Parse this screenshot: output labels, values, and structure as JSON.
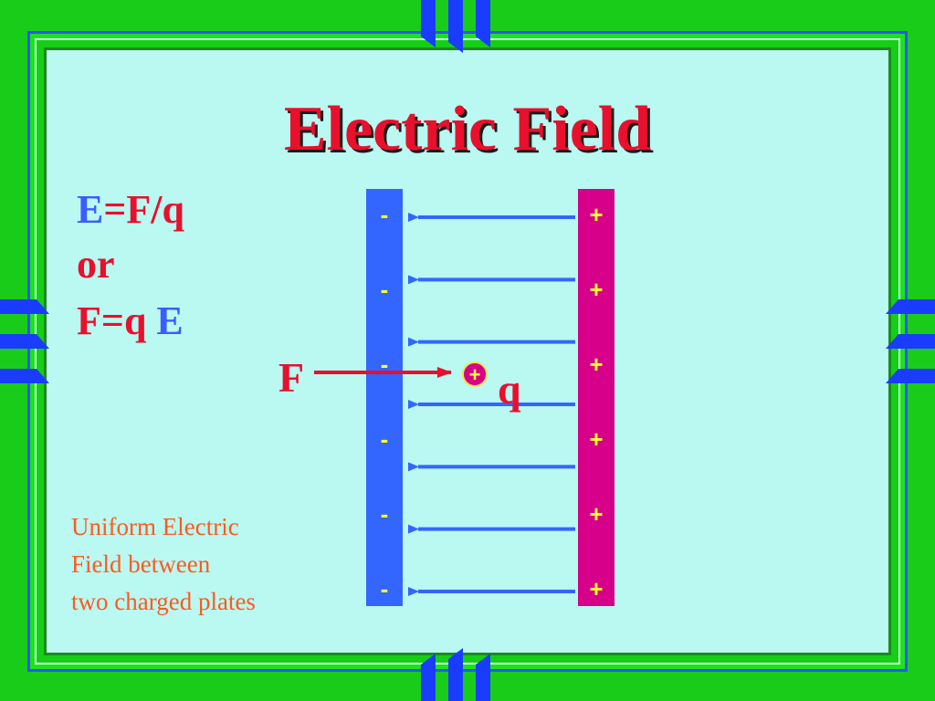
{
  "slide": {
    "title": "Electric Field",
    "equation": {
      "line1_e": "E",
      "line1_rest": "=F/q",
      "line2": "or",
      "line3_rest": "F=q",
      "line3_e": "E"
    },
    "caption_lines": [
      "Uniform Electric",
      "Field between",
      "two charged  plates"
    ],
    "negative_sign": "-",
    "positive_sign": "+",
    "plate_sign_count": 6,
    "field_arrow_count": 7,
    "force_label": "F",
    "charge_symbol": "+",
    "charge_label": "q",
    "colors": {
      "title": "#e8102c",
      "negative_plate": "#3366ff",
      "positive_plate": "#d6008a",
      "field_arrow": "#3366ff",
      "force_arrow": "#e8102c",
      "charge": "#d6008a",
      "caption": "#ff5a1c",
      "background": "#baf8f2"
    }
  }
}
